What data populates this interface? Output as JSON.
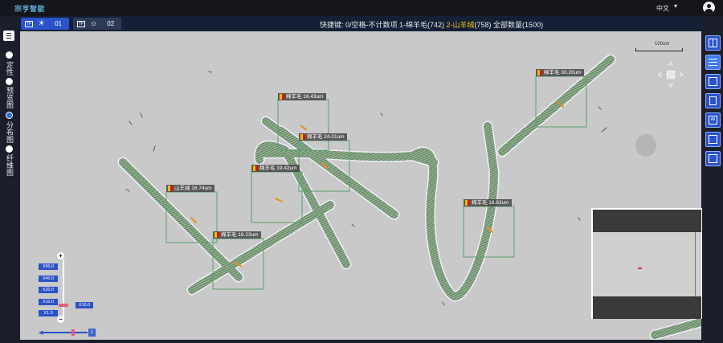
{
  "app": {
    "logo": "宗亨智能",
    "language": "中文"
  },
  "tabs": [
    {
      "tf": "TF",
      "num": "01",
      "active": true
    },
    {
      "tf": "TF",
      "num": "02",
      "active": false
    }
  ],
  "shortcut": {
    "prefix": "快捷键: 0/空格-不计数项 1-绵羊毛(742) ",
    "highlight": "2-山羊绒",
    "suffix": "(758) 全部数量(1500)"
  },
  "left_menu": {
    "options": [
      {
        "label": "定性",
        "selected": false
      },
      {
        "label": "预览图",
        "selected": false
      },
      {
        "label": "分布图",
        "selected": true
      },
      {
        "label": "纤维图",
        "selected": false
      }
    ]
  },
  "viewer": {
    "scale_label": "100um",
    "fibre_labels": [
      {
        "text": "绵羊毛 16.43um"
      },
      {
        "text": "绵羊毛 24.01um"
      },
      {
        "text": "绵羊毛 19.42um"
      },
      {
        "text": "山羊绒 16.74um"
      },
      {
        "text": "绵羊毛 16.23um"
      },
      {
        "text": "绵羊毛 16.63um"
      },
      {
        "text": "绵羊毛 30.20um"
      }
    ]
  },
  "zoom": {
    "levels": [
      "X50.0",
      "X40.0",
      "X20.0",
      "X10.0",
      "X1.0"
    ],
    "current": "X10.0",
    "plus": "+",
    "minus": "−",
    "h_button": "1"
  },
  "right_tools": [
    {
      "name": "layout-tool",
      "text": ""
    },
    {
      "name": "settings-tool",
      "text": ""
    },
    {
      "name": "image-tool",
      "text": ""
    },
    {
      "name": "document-tool",
      "text": ""
    },
    {
      "name": "all-tool",
      "text": "All"
    },
    {
      "name": "dimension-tool",
      "text": ""
    },
    {
      "name": "frame-tool",
      "text": ""
    }
  ]
}
